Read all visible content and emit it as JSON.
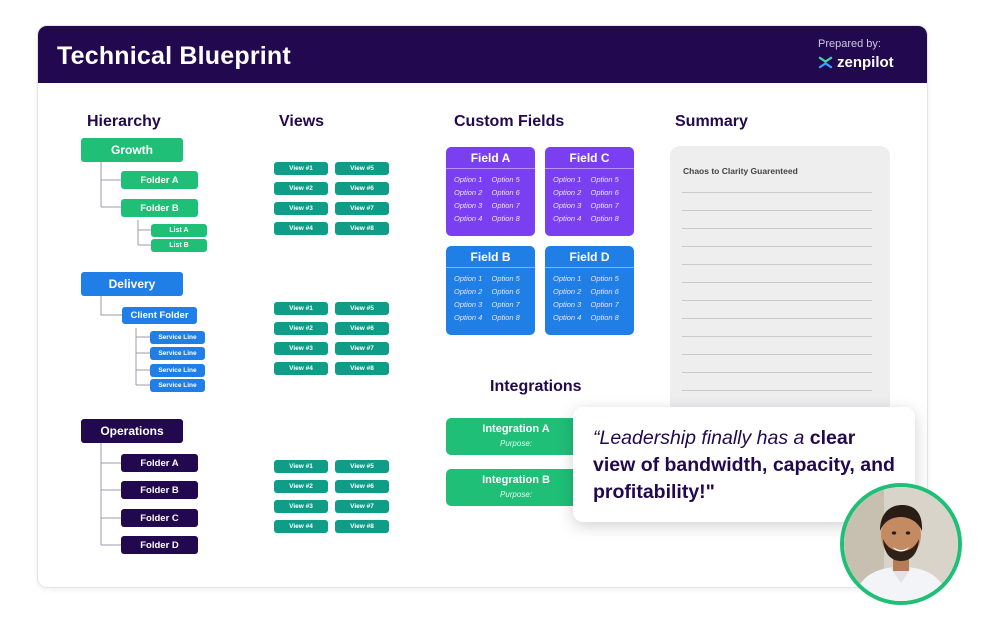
{
  "header": {
    "title": "Technical Blueprint",
    "prepared_by": "Prepared by:",
    "brand": "zenpilot"
  },
  "sections": {
    "hierarchy": "Hierarchy",
    "views": "Views",
    "custom_fields": "Custom Fields",
    "summary": "Summary",
    "integrations": "Integrations"
  },
  "colors": {
    "navy": "#22094f",
    "green": "#1fbf77",
    "blue": "#1f7fe6",
    "purple": "#7a3ff0",
    "teal": "#0f9d87"
  },
  "hierarchy": {
    "growth": {
      "label": "Growth",
      "folder_a": "Folder A",
      "folder_b": "Folder B",
      "list_a": "List A",
      "list_b": "List B"
    },
    "delivery": {
      "label": "Delivery",
      "client_folder": "Client Folder",
      "service_lines": [
        "Service Line",
        "Service Line",
        "Service Line",
        "Service Line"
      ]
    },
    "operations": {
      "label": "Operations",
      "folders": [
        "Folder A",
        "Folder B",
        "Folder C",
        "Folder D"
      ]
    }
  },
  "views": {
    "left": [
      "View #1",
      "View #2",
      "View #3",
      "View #4"
    ],
    "right": [
      "View #5",
      "View #6",
      "View #7",
      "View #8"
    ]
  },
  "custom_fields": {
    "field_a": {
      "name": "Field A",
      "options_left": [
        "Option 1",
        "Option 2",
        "Option 3",
        "Option 4"
      ],
      "options_right": [
        "Option 5",
        "Option 6",
        "Option 7",
        "Option 8"
      ]
    },
    "field_b": {
      "name": "Field B",
      "options_left": [
        "Option 1",
        "Option 2",
        "Option 3",
        "Option 4"
      ],
      "options_right": [
        "Option 5",
        "Option 6",
        "Option 7",
        "Option 8"
      ]
    },
    "field_c": {
      "name": "Field C",
      "options_left": [
        "Option 1",
        "Option 2",
        "Option 3",
        "Option 4"
      ],
      "options_right": [
        "Option 5",
        "Option 6",
        "Option 7",
        "Option 8"
      ]
    },
    "field_d": {
      "name": "Field D",
      "options_left": [
        "Option 1",
        "Option 2",
        "Option 3",
        "Option 4"
      ],
      "options_right": [
        "Option 5",
        "Option 6",
        "Option 7",
        "Option 8"
      ]
    }
  },
  "integrations": [
    {
      "label": "Integration A",
      "purpose": "Purpose:"
    },
    {
      "label": "Integration B",
      "purpose": "Purpose:"
    }
  ],
  "summary": {
    "title": "Chaos to Clarity Guarenteed"
  },
  "quote": {
    "part1": "“Leadership finally has a ",
    "part2": "clear view of bandwidth, capacity, and profitability!\""
  }
}
